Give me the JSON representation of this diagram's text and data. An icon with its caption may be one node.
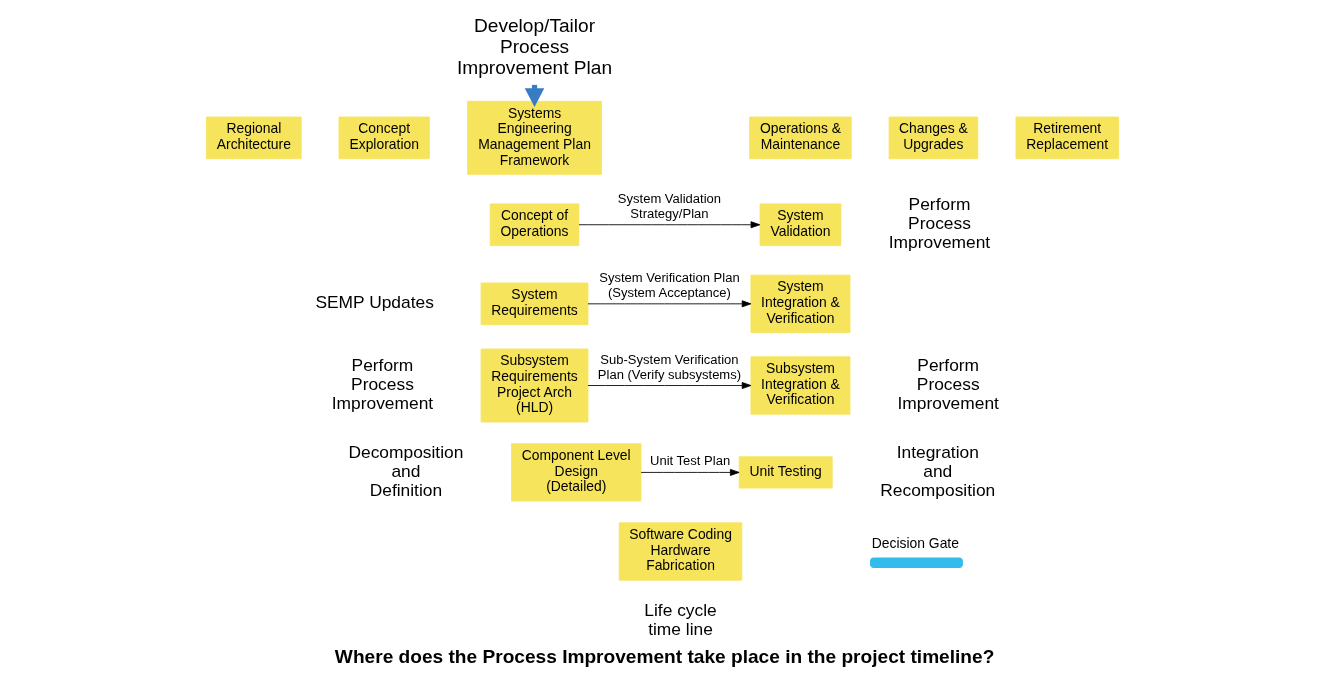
{
  "diagram": {
    "caption": "Where does the Process Improvement take place in the project timeline?",
    "nodes": [
      {
        "text": [
          "Regional Architecture"
        ]
      },
      {
        "text": [
          "Concept Exploration"
        ]
      },
      {
        "text": [
          "Systems Engineering Management Plan Framework"
        ]
      },
      {
        "text": [
          "Concept of Operations"
        ]
      },
      {
        "text": [
          "System Requirements"
        ]
      },
      {
        "text": [
          "Subsystem Requirements Project Arch (HLD)"
        ]
      },
      {
        "text": [
          "Component Level Design (Detailed)"
        ]
      },
      {
        "text": [
          "Software Coding Hardware Fabrication"
        ]
      },
      {
        "text": [
          "Unit Testing"
        ]
      },
      {
        "text": [
          "Subsystem Integration & Verification"
        ]
      },
      {
        "text": [
          "System Integration & Verification"
        ]
      },
      {
        "text": [
          "System Validation"
        ]
      },
      {
        "text": [
          "Operations & Maintenance"
        ]
      },
      {
        "text": [
          "Changes & Upgrades"
        ]
      },
      {
        "text": [
          "Retirement Replacement"
        ]
      },
      {
        "text": [
          "Develop/Tailor Process Improvement Plan"
        ]
      }
    ],
    "edges": [
      {
        "from": 15,
        "to": 2,
        "arrow": "to",
        "style": "thick",
        "color": "#3a7cc4"
      },
      {
        "from": 3,
        "to": 11,
        "arrow": "to",
        "label": "System Validation Strategy/Plan"
      },
      {
        "from": 4,
        "to": 10,
        "arrow": "to",
        "label": "System Verification Plan (System Acceptance)"
      },
      {
        "from": 5,
        "to": 9,
        "arrow": "to",
        "label": "Sub-System Verification Plan (Verify subsystems)"
      },
      {
        "from": 6,
        "to": 8,
        "arrow": "to",
        "label": "Unit Test Plan"
      }
    ],
    "labels": [
      "Perform Process Improvement",
      "SEMP Updates",
      "Decomposition and Definition",
      "Perform Process Improvement",
      "Integration and Recomposition",
      "Perform Process Improvement",
      "Life cycle time line"
    ],
    "legend": [
      {
        "text": "Decision Gate",
        "color": "#33bbee"
      }
    ]
  }
}
